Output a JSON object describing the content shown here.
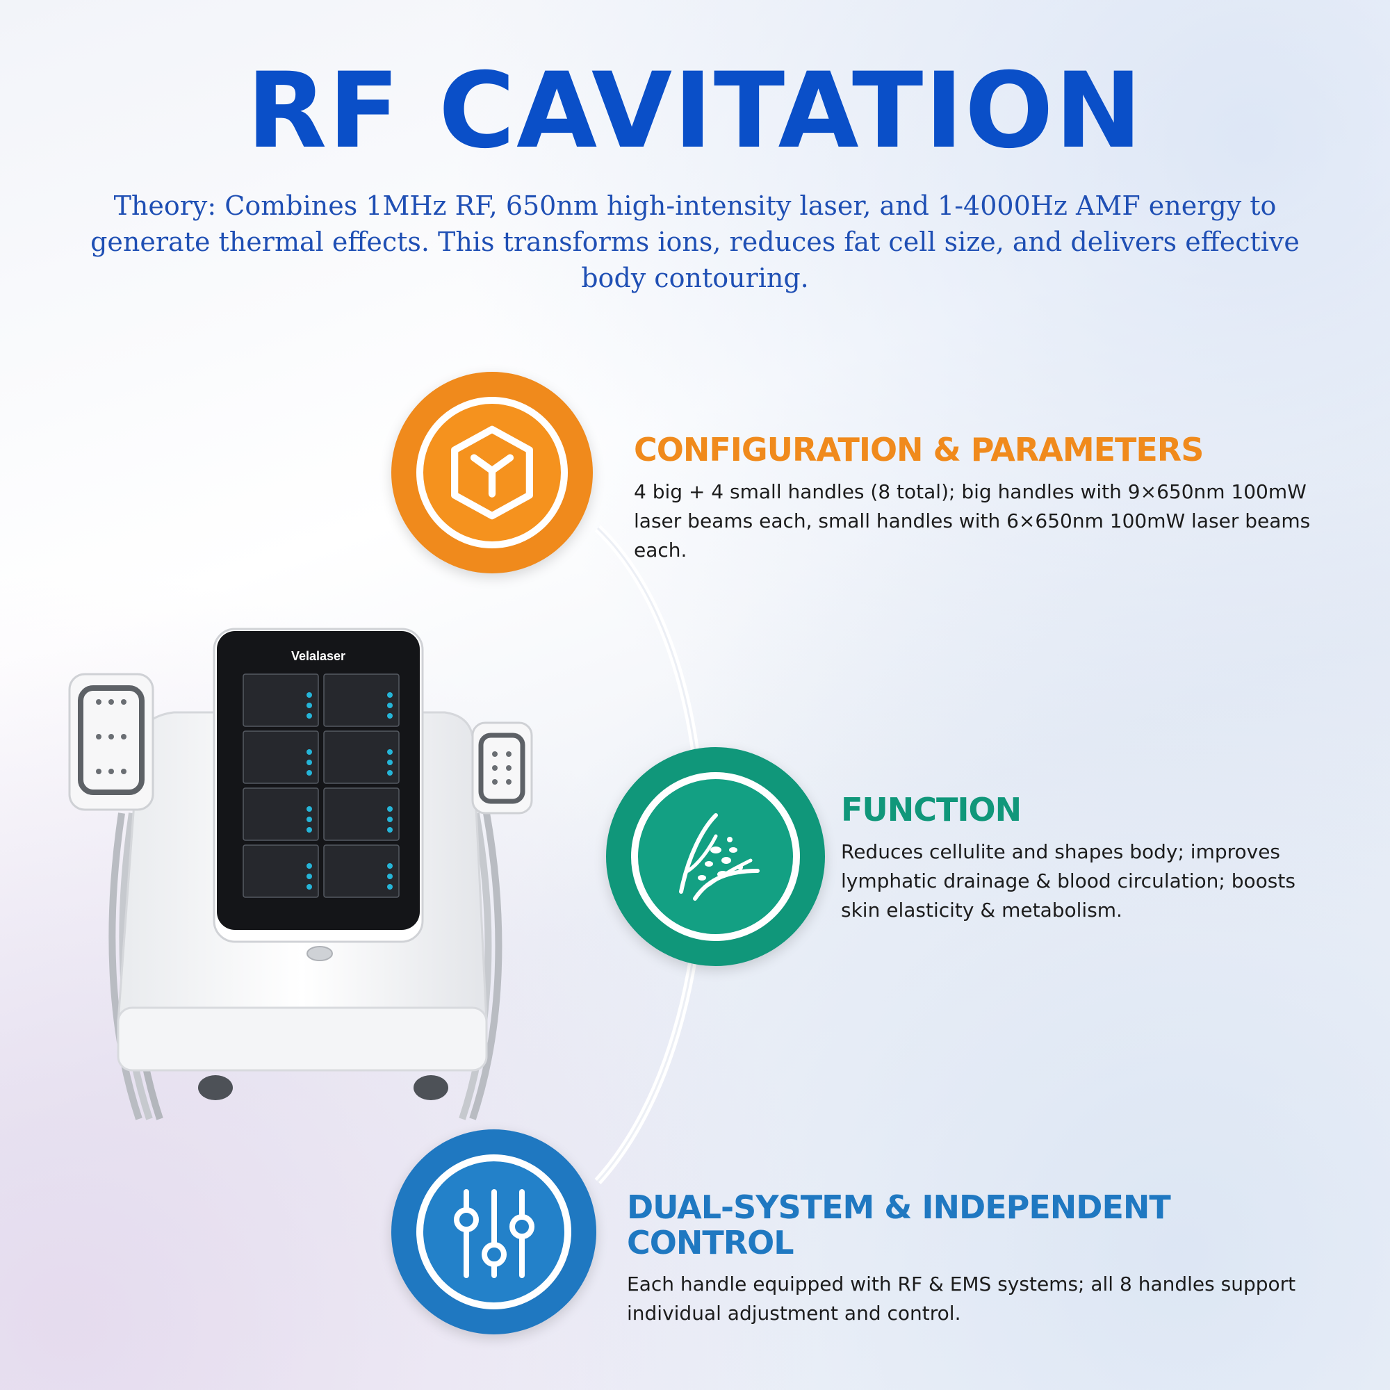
{
  "title": "RF CAVITATION",
  "theory": "Theory: Combines 1MHz RF, 650nm high-intensity laser, and 1-4000Hz AMF energy to generate thermal effects. This transforms ions, reduces fat cell size, and delivers effective body contouring.",
  "colors": {
    "title": "#0a4fc8",
    "orange": "#f08a1c",
    "green": "#10977a",
    "blue": "#1f78c1"
  },
  "features": [
    {
      "heading": "CONFIGURATION & PARAMETERS",
      "text": "4 big + 4 small handles (8 total); big handles with 9×650nm 100mW laser beams each, small handles with 6×650nm 100mW laser beams each.",
      "icon": "cube-icon"
    },
    {
      "heading": "FUNCTION",
      "text": "Reduces cellulite and shapes body; improves lymphatic drainage & blood circulation; boosts skin elasticity & metabolism.",
      "icon": "skin-layers-icon"
    },
    {
      "heading": "DUAL-SYSTEM & INDEPENDENT CONTROL",
      "text": "Each handle equipped with RF & EMS systems; all 8 handles support individual adjustment and control.",
      "icon": "sliders-icon"
    }
  ],
  "device": {
    "brand": "Velalaser"
  }
}
